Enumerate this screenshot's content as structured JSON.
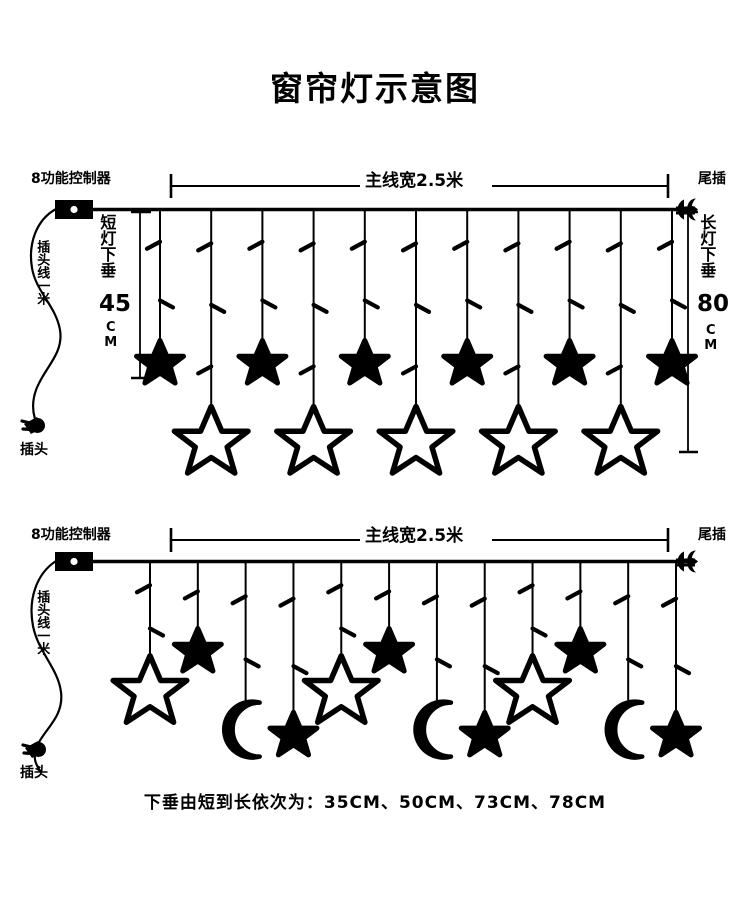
{
  "title": "窗帘灯示意图",
  "diagram1": {
    "controller_label": "8功能控制器",
    "cord_label": "插头线一米",
    "plug_label": "插头",
    "tail_plug_label": "尾插",
    "width_label": "主线宽2.5米",
    "short_drop": {
      "text": "短灯下垂",
      "value": "45",
      "unit": "CM"
    },
    "long_drop": {
      "text": "长灯下垂",
      "value": "80",
      "unit": "CM"
    },
    "strand_count": 11,
    "pendants": [
      {
        "shape": "star-filled",
        "drop": "short"
      },
      {
        "shape": "star-outline",
        "drop": "long"
      },
      {
        "shape": "star-filled",
        "drop": "short"
      },
      {
        "shape": "star-outline",
        "drop": "long"
      },
      {
        "shape": "star-filled",
        "drop": "short"
      },
      {
        "shape": "star-outline",
        "drop": "long"
      },
      {
        "shape": "star-filled",
        "drop": "short"
      },
      {
        "shape": "star-outline",
        "drop": "long"
      },
      {
        "shape": "star-filled",
        "drop": "short"
      },
      {
        "shape": "star-outline",
        "drop": "long"
      },
      {
        "shape": "star-filled",
        "drop": "short"
      }
    ]
  },
  "diagram2": {
    "controller_label": "8功能控制器",
    "cord_label": "插头线一米",
    "plug_label": "插头",
    "tail_plug_label": "尾插",
    "width_label": "主线宽2.5米",
    "strand_count": 12,
    "pendants": [
      {
        "shape": "star-outline",
        "drop": "50"
      },
      {
        "shape": "star-filled",
        "drop": "35"
      },
      {
        "shape": "moon",
        "drop": "73"
      },
      {
        "shape": "star-filled",
        "drop": "78"
      },
      {
        "shape": "star-outline",
        "drop": "50"
      },
      {
        "shape": "star-filled",
        "drop": "35"
      },
      {
        "shape": "moon",
        "drop": "73"
      },
      {
        "shape": "star-filled",
        "drop": "78"
      },
      {
        "shape": "star-outline",
        "drop": "50"
      },
      {
        "shape": "star-filled",
        "drop": "35"
      },
      {
        "shape": "moon",
        "drop": "73"
      },
      {
        "shape": "star-filled",
        "drop": "78"
      }
    ],
    "caption": "下垂由短到长依次为：35CM、50CM、73CM、78CM"
  },
  "colors": {
    "ink": "#000000",
    "paper": "#ffffff"
  }
}
